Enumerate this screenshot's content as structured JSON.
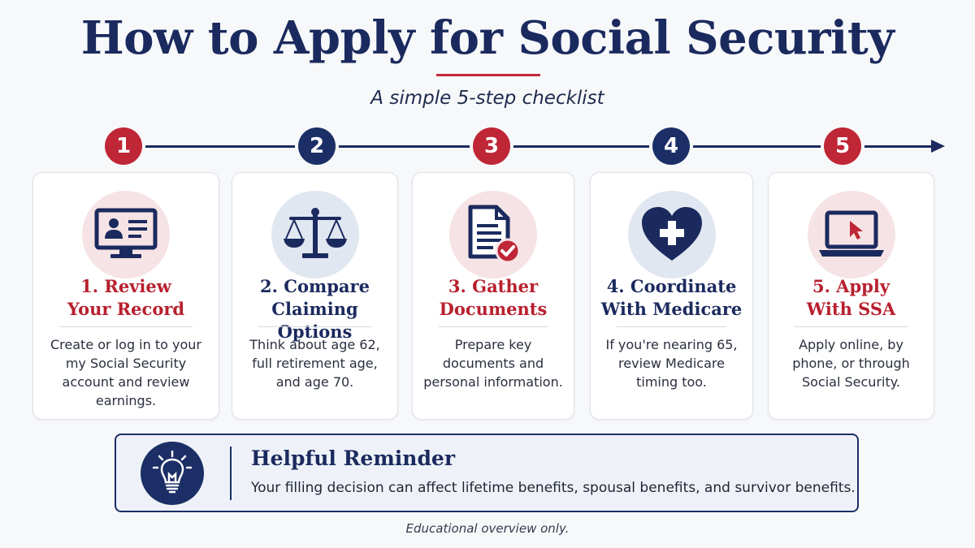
{
  "header": {
    "title": "How to Apply for Social Security",
    "subtitle": "A simple 5-step checklist"
  },
  "steps": [
    {
      "number": "1",
      "title": "1. Review\nYour Record",
      "description": "Create or log in to your\nmy Social Security\naccount and review\nearnings.",
      "icon": "computer-profile-icon",
      "accent": "#bf2636"
    },
    {
      "number": "2",
      "title": "2. Compare\nClaiming Options",
      "description": "Think about age 62,\nfull retirement age,\nand age 70.",
      "icon": "balance-scale-icon",
      "accent": "#1b2f66"
    },
    {
      "number": "3",
      "title": "3. Gather\nDocuments",
      "description": "Prepare key\ndocuments and\npersonal information.",
      "icon": "document-check-icon",
      "accent": "#bf2636"
    },
    {
      "number": "4",
      "title": "4. Coordinate\nWith Medicare",
      "description": "If you're nearing 65,\nreview Medicare\ntiming too.",
      "icon": "heart-plus-icon",
      "accent": "#1b2f66"
    },
    {
      "number": "5",
      "title": "5. Apply\nWith SSA",
      "description": "Apply online, by\nphone, or through\nSocial Security.",
      "icon": "laptop-cursor-icon",
      "accent": "#bf2636"
    }
  ],
  "reminder": {
    "title": "Helpful Reminder",
    "text": "Your filling decision can affect lifetime benefits, spousal benefits, and survivor benefits.",
    "icon": "lightbulb-icon"
  },
  "footer": "Educational overview only.",
  "colors": {
    "red": "#bf2636",
    "navy": "#1b2f66",
    "background": "#f7f8fa"
  }
}
